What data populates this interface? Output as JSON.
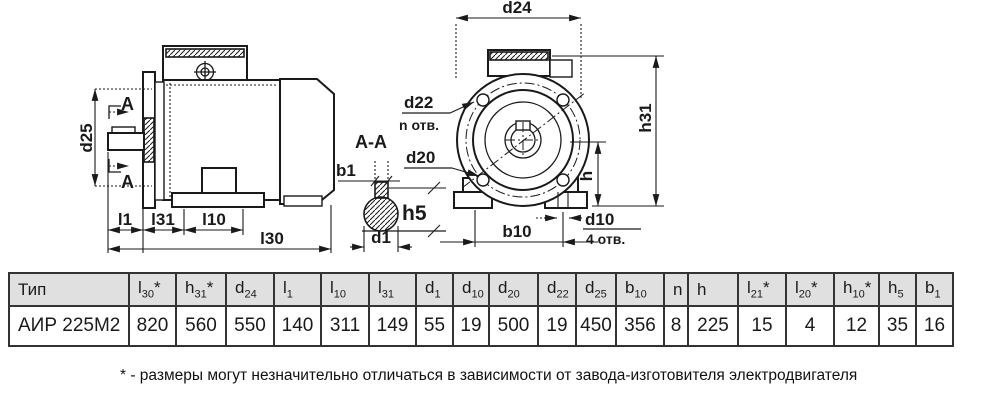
{
  "colors": {
    "ink": "#1a1a1a",
    "table_header_bg": "#e0e0e0",
    "table_border": "#333333",
    "background": "#ffffff"
  },
  "drawing": {
    "side": {
      "d25": "d25",
      "a_mark": "A",
      "l1": "l1",
      "l31": "l31",
      "l10": "l10",
      "l30": "l30"
    },
    "section": {
      "title": "A-A",
      "b1": "b1",
      "h5": "h5",
      "d1": "d1"
    },
    "front": {
      "d24": "d24",
      "d22": "d22",
      "n_holes": "n отв.",
      "d20": "d20",
      "h31": "h31",
      "h": "h",
      "b10": "b10",
      "d10": "d10",
      "four_holes": "4 отв."
    }
  },
  "table": {
    "columns": [
      {
        "label": "Тип",
        "sub": "",
        "star": ""
      },
      {
        "label": "l",
        "sub": "30",
        "star": "*"
      },
      {
        "label": "h",
        "sub": "31",
        "star": "*"
      },
      {
        "label": "d",
        "sub": "24",
        "star": ""
      },
      {
        "label": "l",
        "sub": "1",
        "star": ""
      },
      {
        "label": "l",
        "sub": "10",
        "star": ""
      },
      {
        "label": "l",
        "sub": "31",
        "star": ""
      },
      {
        "label": "d",
        "sub": "1",
        "star": ""
      },
      {
        "label": "d",
        "sub": "10",
        "star": ""
      },
      {
        "label": "d",
        "sub": "20",
        "star": ""
      },
      {
        "label": "d",
        "sub": "22",
        "star": ""
      },
      {
        "label": "d",
        "sub": "25",
        "star": ""
      },
      {
        "label": "b",
        "sub": "10",
        "star": ""
      },
      {
        "label": "n",
        "sub": "",
        "star": ""
      },
      {
        "label": "h",
        "sub": "",
        "star": ""
      },
      {
        "label": "l",
        "sub": "21",
        "star": "*"
      },
      {
        "label": "l",
        "sub": "20",
        "star": "*"
      },
      {
        "label": "h",
        "sub": "10",
        "star": "*"
      },
      {
        "label": "h",
        "sub": "5",
        "star": ""
      },
      {
        "label": "b",
        "sub": "1",
        "star": ""
      }
    ],
    "row": [
      "АИР 225М2",
      "820",
      "560",
      "550",
      "140",
      "311",
      "149",
      "55",
      "19",
      "500",
      "19",
      "450",
      "356",
      "8",
      "225",
      "15",
      "4",
      "12",
      "35",
      "16"
    ]
  },
  "footnote": "* - размеры могут незначительно отличаться в зависимости от завода-изготовителя электродвигателя"
}
